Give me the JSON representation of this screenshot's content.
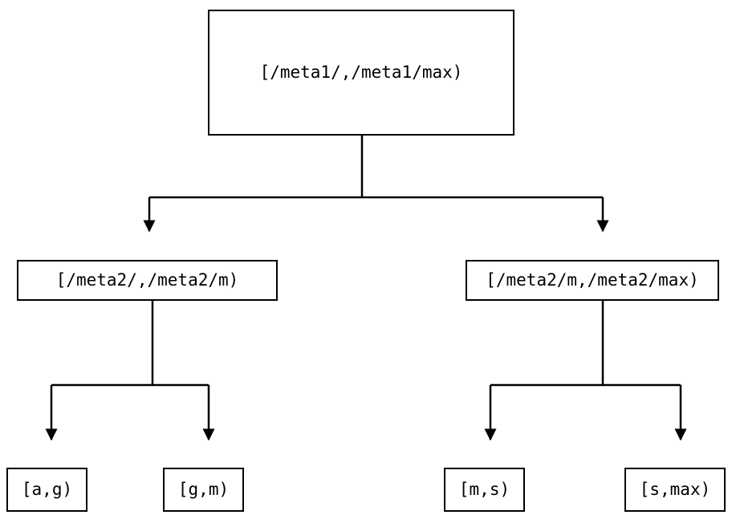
{
  "diagram": {
    "type": "tree",
    "title": "",
    "background_color": "#ffffff",
    "line_color": "#000000",
    "text_color": "#000000",
    "border_color": "#000000",
    "nodes": {
      "root": {
        "label": "[/meta1/,/meta1/max)"
      },
      "mid_left": {
        "label": "[/meta2/,/meta2/m)"
      },
      "mid_right": {
        "label": "[/meta2/m,/meta2/max)"
      },
      "leaves": [
        {
          "label": "[a,g)"
        },
        {
          "label": "[g,m)"
        },
        {
          "label": "[m,s)"
        },
        {
          "label": "[s,max)"
        }
      ]
    }
  }
}
